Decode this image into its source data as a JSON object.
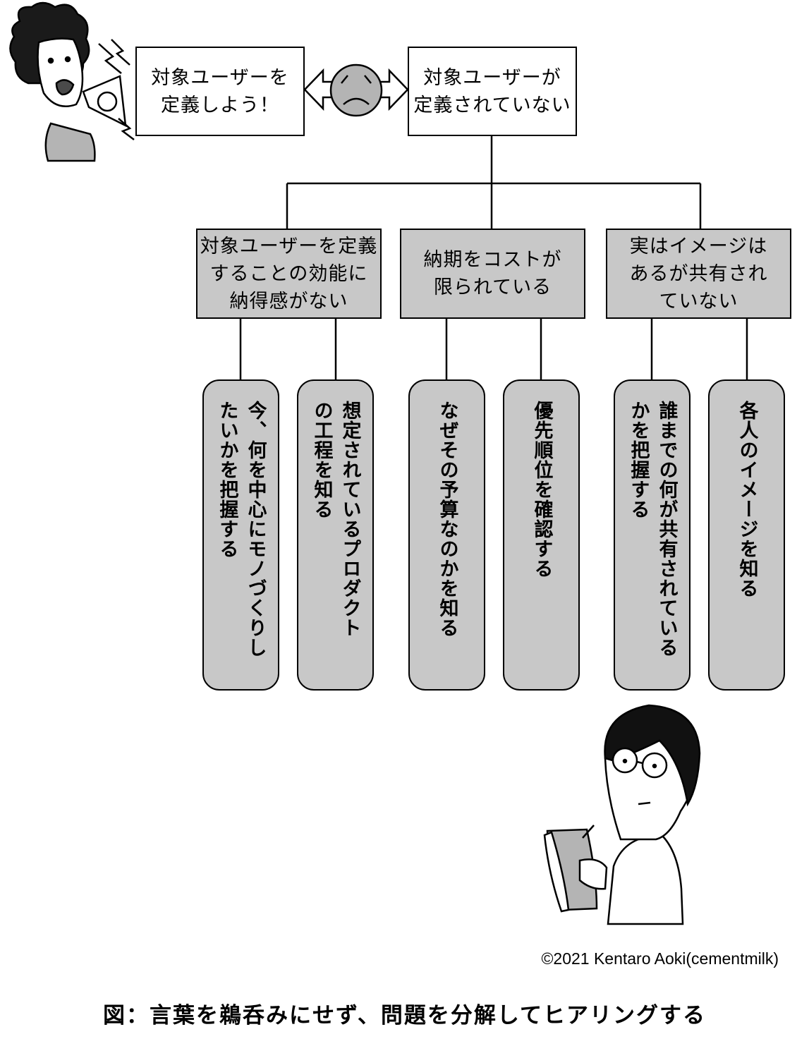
{
  "speaker_box": "対象ユーザーを\n定義しよう！",
  "root_box": "対象ユーザーが\n定義されていない",
  "causes": [
    {
      "label": "対象ユーザーを定義\nすることの効能に\n納得感がない",
      "actions": [
        "今、何を中心にモノづくりし\nたいかを把握する",
        "想定されているプロダクト\nの工程を知る"
      ]
    },
    {
      "label": "納期をコストが\n限られている",
      "actions": [
        "なぜその予算なのかを知る",
        "優先順位を確認する"
      ]
    },
    {
      "label": "実はイメージは\nあるが共有され\nていない",
      "actions": [
        "誰までの何が共有されている\nかを把握する",
        "各人のイメージを知る"
      ]
    }
  ],
  "copyright": "©2021 Kentaro Aoki(cementmilk)",
  "caption": "図：言葉を鵜呑みにせず、問題を分解してヒアリングする",
  "colors": {
    "box_grey": "#c8c8c8",
    "figure_grey": "#b4b4b4"
  }
}
